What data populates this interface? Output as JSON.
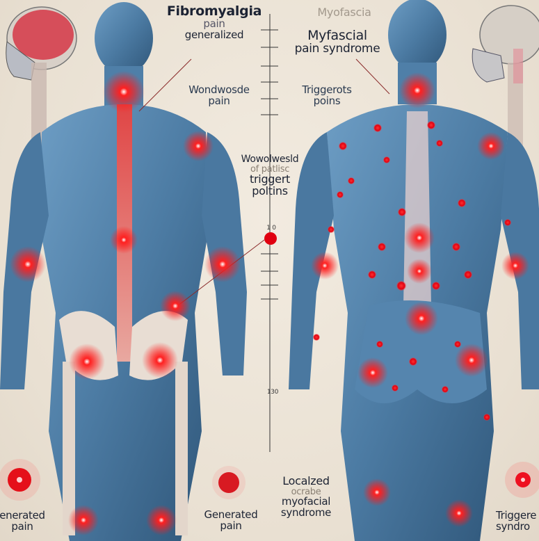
{
  "labels": {
    "top_left_title": "Fibromyalgia",
    "top_left_sub1": "pain",
    "top_left_sub2": "generalized",
    "top_right_faded": "Myofascia",
    "top_right_title1": "Myfascial",
    "top_right_title2": "pain syndrome",
    "mid_left_1": "Wondwosde",
    "mid_left_2": "pain",
    "mid_right_1": "Triggerots",
    "mid_right_2": "poins",
    "center_1": "Wowolwesld",
    "center_2": "of patlisc",
    "center_3": "triggert",
    "center_4": "poltins",
    "scale_top": "1 0",
    "scale_bottom": "130"
  },
  "legend": {
    "left_edge_1": "enerated",
    "left_edge_2": "pain",
    "center_left_1": "Generated",
    "center_left_2": "pain",
    "center_right_1": "Localzed",
    "center_right_2": "ocrabe",
    "center_right_3": "myofacial",
    "center_right_4": "syndrome",
    "right_edge_1": "Triggere",
    "right_edge_2": "syndro"
  },
  "colors": {
    "background": "#ece4d8",
    "muscle_blue": "#4f7fa8",
    "muscle_dark": "#2d5477",
    "pain_red": "#ff1a1a",
    "bone": "#ead9cf",
    "text": "#1c2333"
  },
  "panels": [
    {
      "name": "fibromyalgia-figure",
      "description": "posterior view, generalized widespread pain points"
    },
    {
      "name": "myofascial-figure",
      "description": "posterior view, localized trigger points"
    }
  ]
}
